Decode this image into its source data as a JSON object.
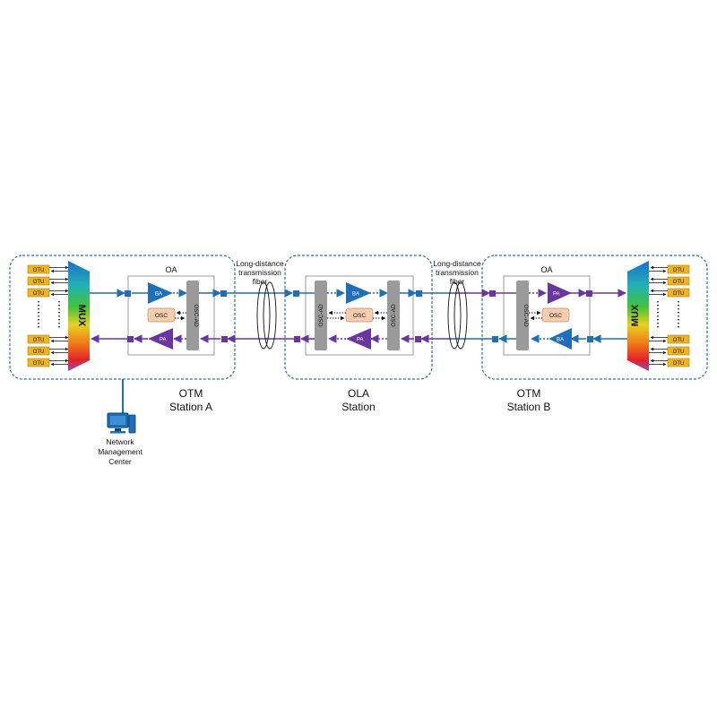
{
  "stations": {
    "otm_a": {
      "line1": "OTM",
      "line2": "Station A"
    },
    "ola": {
      "line1": "OLA",
      "line2": "Station"
    },
    "otm_b": {
      "line1": "OTM",
      "line2": "Station B"
    }
  },
  "labels": {
    "oa": "OA",
    "mux": "MUX",
    "otu": "OTU",
    "ba": "BA",
    "pa": "PA",
    "osc": "OSC",
    "osc_ad": "OSC-AD",
    "fiber_line1": "Long-distance",
    "fiber_line2": "transmission",
    "fiber_line3": "fiber"
  },
  "nmc": {
    "line1": "Network",
    "line2": "Management",
    "line3": "Center"
  },
  "colors": {
    "blue": "#1f6fb8",
    "purple": "#6a35a0",
    "otu_fill": "#f2b41c",
    "osc_fill": "#f7cdb0",
    "osc_ad_fill": "#9a9a9a",
    "dash_border": "#2e6db4"
  },
  "icons": {
    "computer": "computer-icon"
  }
}
